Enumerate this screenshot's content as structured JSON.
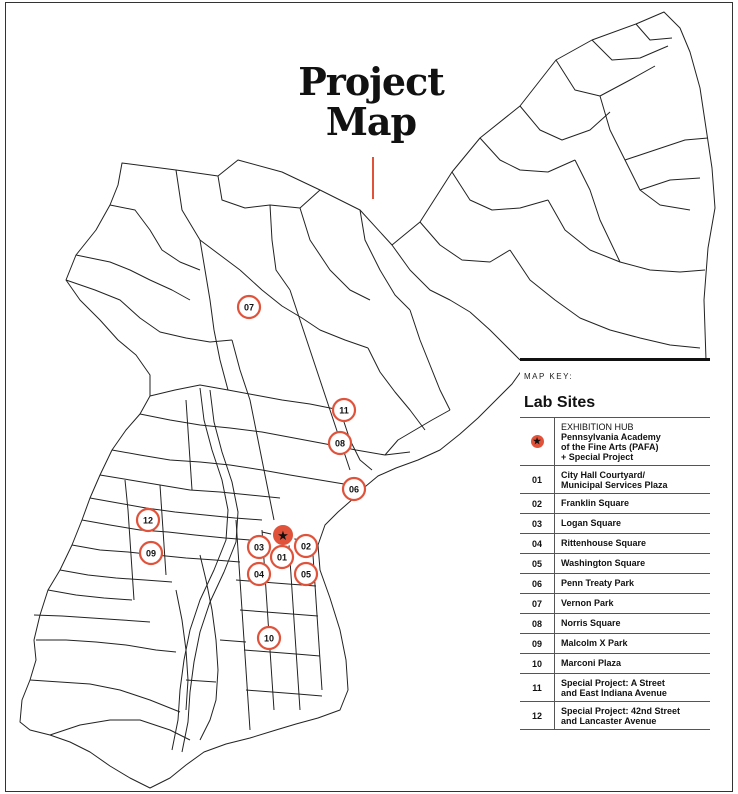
{
  "title_line1": "Project",
  "title_line2": "Map",
  "legend": {
    "key_label": "MAP KEY:",
    "heading": "Lab Sites",
    "hub": {
      "line1": "EXHIBITION HUB",
      "line2": "Pennsylvania Academy",
      "line3": "of the Fine Arts (PAFA)",
      "line4": "+ Special Project"
    },
    "sites": [
      {
        "num": "01",
        "name": "City Hall Courtyard/",
        "name2": "Municipal Services Plaza"
      },
      {
        "num": "02",
        "name": "Franklin Square",
        "name2": ""
      },
      {
        "num": "03",
        "name": "Logan Square",
        "name2": ""
      },
      {
        "num": "04",
        "name": "Rittenhouse Square",
        "name2": ""
      },
      {
        "num": "05",
        "name": "Washington Square",
        "name2": ""
      },
      {
        "num": "06",
        "name": "Penn Treaty Park",
        "name2": ""
      },
      {
        "num": "07",
        "name": "Vernon Park",
        "name2": ""
      },
      {
        "num": "08",
        "name": "Norris Square",
        "name2": ""
      },
      {
        "num": "09",
        "name": "Malcolm X Park",
        "name2": ""
      },
      {
        "num": "10",
        "name": "Marconi Plaza",
        "name2": ""
      },
      {
        "num": "11",
        "name": "Special Project: A Street",
        "name2": "and East Indiana Avenue"
      },
      {
        "num": "12",
        "name": "Special Project: 42nd Street",
        "name2": "and Lancaster Avenue"
      }
    ]
  },
  "markers": [
    "01",
    "02",
    "03",
    "04",
    "05",
    "06",
    "07",
    "08",
    "09",
    "10",
    "11",
    "12"
  ],
  "colors": {
    "accent": "#e0523a",
    "line": "#222222"
  }
}
